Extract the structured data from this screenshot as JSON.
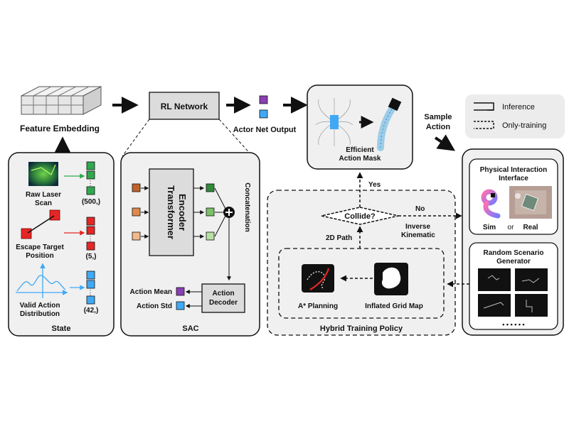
{
  "state": {
    "feature_embedding": "Feature Embedding",
    "raw_laser_scan_l1": "Raw Laser",
    "raw_laser_scan_l2": "Scan",
    "dim_laser": "(500,)",
    "escape_target_l1": "Escape Target",
    "escape_target_l2": "Position",
    "dim_target": "(5,)",
    "valid_action_l1": "Valid Action",
    "valid_action_l2": "Distribution",
    "dim_action": "(42,)",
    "title": "State"
  },
  "rl": {
    "network": "RL Network",
    "actor_output": "Actor Net Output"
  },
  "sac": {
    "encoder_l1": "Transformer",
    "encoder_l2": "Encoder",
    "concatenation": "Concatenation",
    "action_mean": "Action Mean",
    "action_std": "Action Std",
    "decoder_l1": "Action",
    "decoder_l2": "Decoder",
    "title": "SAC"
  },
  "mask": {
    "l1": "Efficient",
    "l2": "Action Mask"
  },
  "legend": {
    "inference": "Inference",
    "training": "Only-training"
  },
  "sample_action": {
    "l1": "Sample",
    "l2": "Action"
  },
  "interface": {
    "title_l1": "Physical Interaction",
    "title_l2": "Interface",
    "sim": "Sim",
    "or": "or",
    "real": "Real"
  },
  "scenario": {
    "l1": "Random Scenario",
    "l2": "Generator"
  },
  "hybrid": {
    "collide": "Collide?",
    "yes": "Yes",
    "no": "No",
    "path": "2D Path",
    "ik_l1": "Inverse",
    "ik_l2": "Kinematic",
    "astar": "A* Planning",
    "grid_map": "Inflated Grid Map",
    "title": "Hybrid Training Policy"
  },
  "colors": {
    "green": "#2fa84f",
    "red": "#e52626",
    "blue": "#3fa9f5",
    "purple": "#8a3fb4",
    "orange": "#c0622c",
    "panel": "#f0f0f0"
  }
}
